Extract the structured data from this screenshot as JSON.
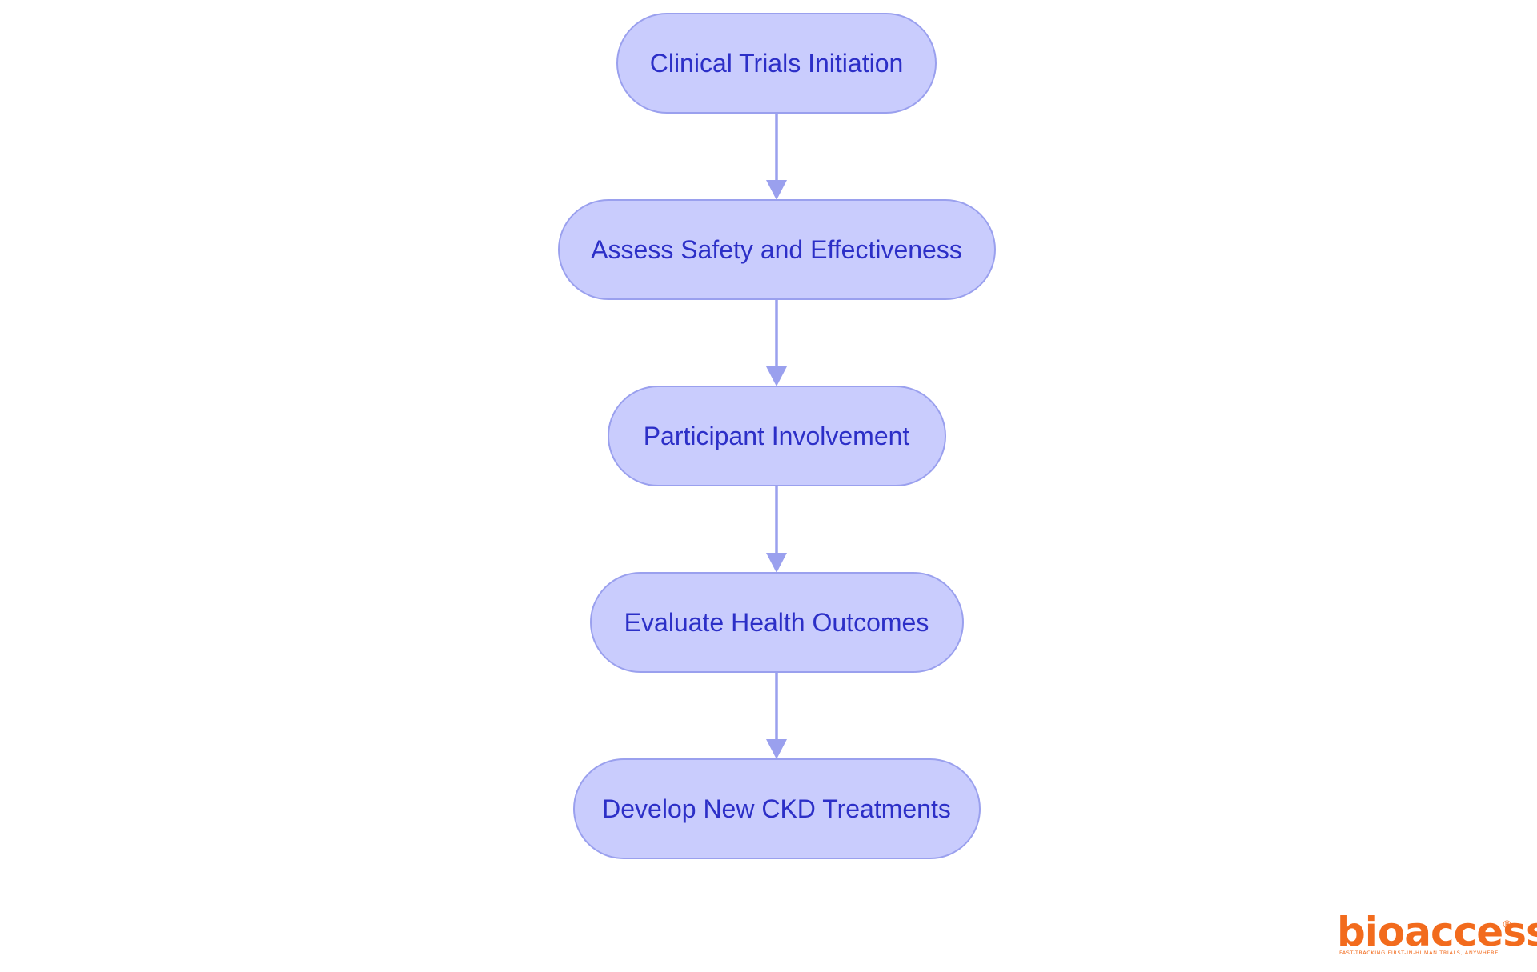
{
  "diagram": {
    "nodes": [
      {
        "id": "n1",
        "label": "Clinical Trials Initiation"
      },
      {
        "id": "n2",
        "label": "Assess Safety and Effectiveness"
      },
      {
        "id": "n3",
        "label": "Participant Involvement"
      },
      {
        "id": "n4",
        "label": "Evaluate Health Outcomes"
      },
      {
        "id": "n5",
        "label": "Develop New CKD Treatments"
      }
    ],
    "edges": [
      {
        "from": "n1",
        "to": "n2"
      },
      {
        "from": "n2",
        "to": "n3"
      },
      {
        "from": "n3",
        "to": "n4"
      },
      {
        "from": "n4",
        "to": "n5"
      }
    ],
    "colors": {
      "node_fill": "#c9ccfd",
      "node_stroke": "#9aa0ee",
      "text": "#2c2fc7",
      "edge": "#9aa0ee"
    }
  },
  "logo": {
    "name": "bioaccess",
    "registered_mark": "®",
    "tagline": "FAST-TRACKING FIRST-IN-HUMAN TRIALS, ANYWHERE",
    "color": "#f26b1d"
  }
}
